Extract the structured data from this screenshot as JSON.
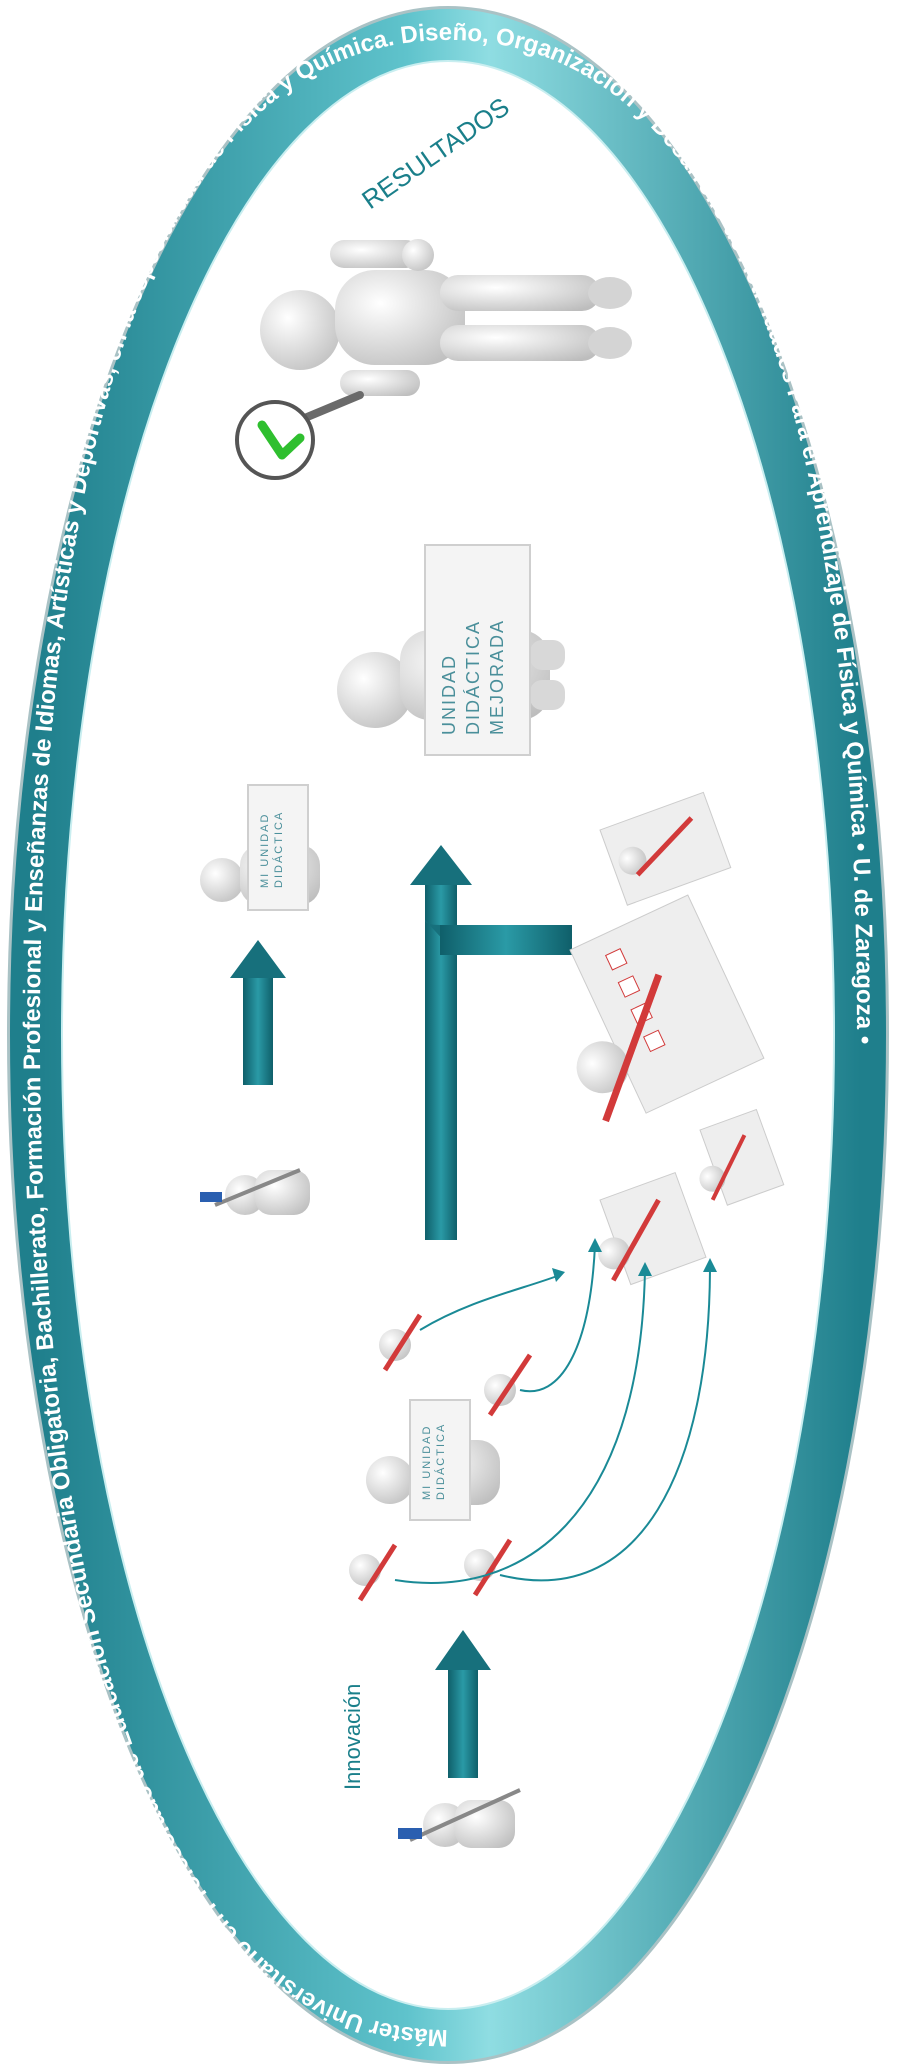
{
  "ring": {
    "text": "Máster Universitario en Profesorado de Educación Secundaria Obligatoria, Bachillerato, Formación Profesional y Enseñanzas de Idiomas, Artísticas y Deportivas, en la especialidad de Física y Química. Diseño, Organización y Desarrollo de Actividades Para el Aprendizaje de Física y Química • U. de Zaragoza •",
    "color": "#2a8f9c"
  },
  "labels": {
    "resultados": "RESULTADOS",
    "innovacion": "Innovación"
  },
  "signs": {
    "improved": [
      "UNIDAD",
      "DIDÁCTICA",
      "MEJORADA"
    ],
    "mine_top": [
      "MI UNIDAD",
      "DIDÁCTICA"
    ],
    "mine_mid": [
      "MI UNIDAD",
      "DIDÁCTICA"
    ]
  },
  "colors": {
    "arrow": "#17707c",
    "check": "#2fbf2f",
    "pencil": "#d23a3a"
  },
  "icons": [
    "magnifier-check-icon",
    "presenter-figure-icon",
    "sign-figure-icon",
    "evaluator-figure-icon",
    "checklist-icon"
  ]
}
